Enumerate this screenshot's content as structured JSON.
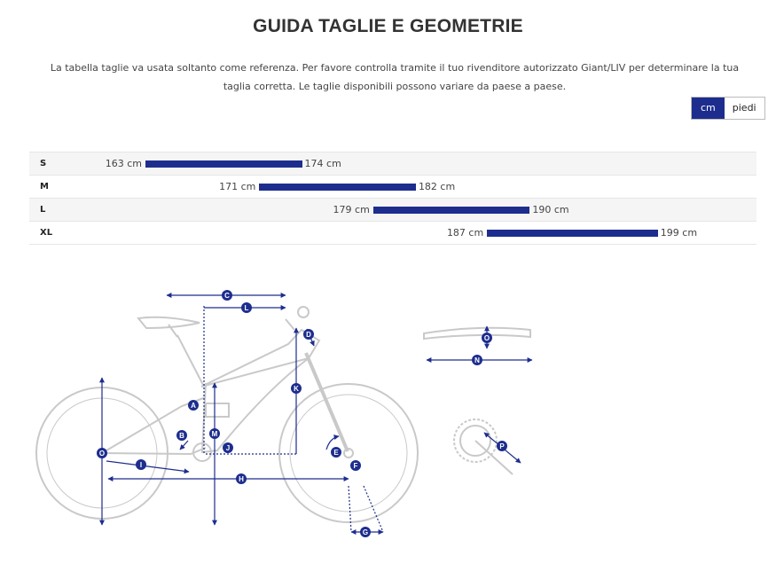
{
  "header": {
    "title": "GUIDA TAGLIE E GEOMETRIE",
    "intro": "La tabella taglie va usata soltanto come referenza. Per favore controlla tramite il tuo rivenditore autorizzato Giant/LIV per determinare la tua taglia corretta. Le taglie disponibili possono variare da paese a paese."
  },
  "units_toggle": {
    "cm": "cm",
    "feet": "piedi",
    "selected": "cm"
  },
  "size_chart": {
    "scale_cm": [
      156,
      206
    ],
    "rows": [
      {
        "size": "S",
        "min": "163 cm",
        "max": "174 cm",
        "min_cm": 163,
        "max_cm": 174
      },
      {
        "size": "M",
        "min": "171 cm",
        "max": "182 cm",
        "min_cm": 171,
        "max_cm": 182
      },
      {
        "size": "L",
        "min": "179 cm",
        "max": "190 cm",
        "min_cm": 179,
        "max_cm": 190
      },
      {
        "size": "XL",
        "min": "187 cm",
        "max": "199 cm",
        "min_cm": 187,
        "max_cm": 199
      }
    ]
  },
  "geometry": {
    "markers": {
      "A": "A",
      "B": "B",
      "C": "C",
      "D": "D",
      "E": "E",
      "F": "F",
      "G": "G",
      "H": "H",
      "I": "I",
      "J": "J",
      "K": "K",
      "L": "L",
      "M": "M",
      "N": "N",
      "O": "O",
      "P": "P"
    }
  },
  "colors": {
    "accent": "#1d2d8e",
    "bike_outline": "#c9c9c9"
  }
}
